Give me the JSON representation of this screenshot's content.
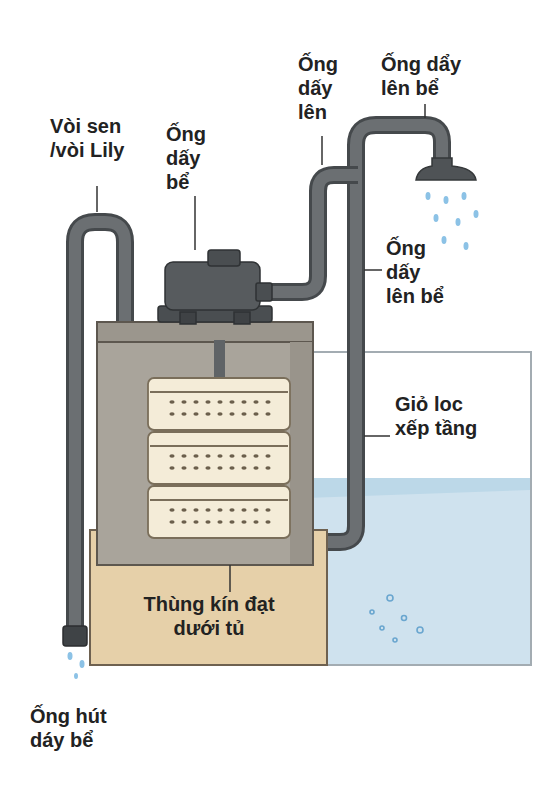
{
  "diagram": {
    "nodes": [
      {
        "text": [
          "Thùng kín đạt dưới tủ"
        ]
      }
    ],
    "labels": [
      "Vòi sen /vòi Lily",
      "Ống dấy bể",
      "Ống dấy lên",
      "Ống dẩy lên bể",
      "Ống dấy lên bể",
      "Giỏ loc xếp tầng",
      "Ống hút dáy bể"
    ]
  }
}
